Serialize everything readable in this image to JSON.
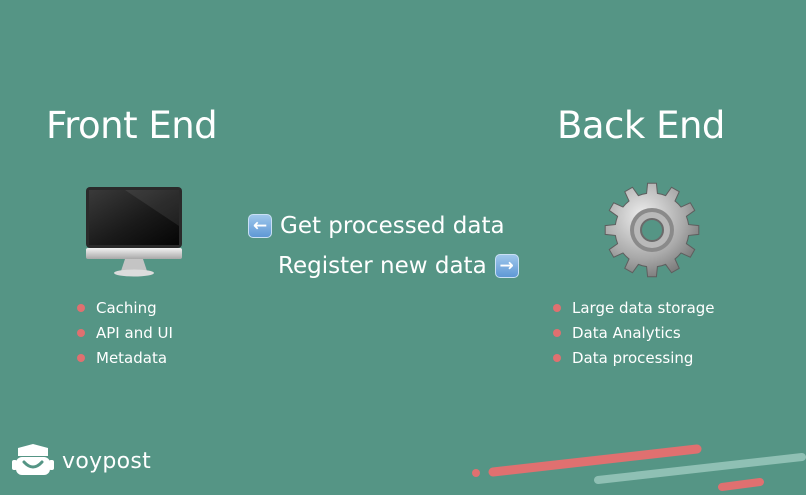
{
  "front_end": {
    "title": "Front End",
    "items": [
      "Caching",
      "API and UI",
      "Metadata"
    ]
  },
  "back_end": {
    "title": "Back End",
    "items": [
      "Large data storage",
      "Data Analytics",
      "Data processing"
    ]
  },
  "arrows": {
    "left_label": "Get processed data",
    "right_label": "Register new data",
    "left_icon": "left-arrow-emoji",
    "right_icon": "right-arrow-emoji"
  },
  "brand": {
    "name": "voypost"
  },
  "colors": {
    "background": "#559585",
    "bullet": "#e07070",
    "stripe_red": "#e07070",
    "stripe_light": "#8fc0b4"
  }
}
